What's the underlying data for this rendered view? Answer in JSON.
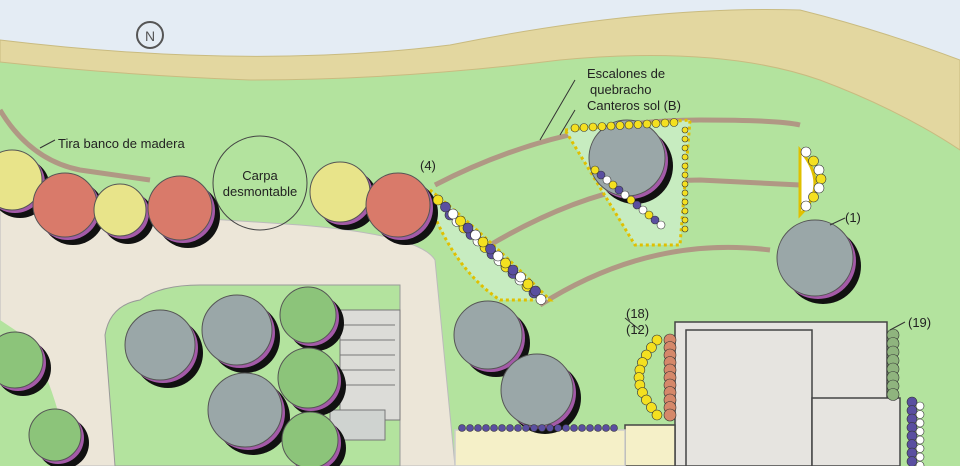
{
  "labels": {
    "bench": "Tira banco de madera",
    "tent_line1": "Carpa",
    "tent_line2": "desmontable",
    "steps_line1": "Escalones de",
    "steps_line2": "quebracho",
    "beds": "Canteros sol (B)",
    "ref4": "(4)",
    "ref1": "(1)",
    "ref18": "(18)",
    "ref12": "(12)",
    "ref19": "(19)"
  },
  "compass": {
    "letter": "N"
  },
  "colors": {
    "lawn": "#b3e39e",
    "water": "#e4ecf4",
    "sand": "#e3d7a0",
    "paving": "#ece6d8",
    "building": "#e6e4e0",
    "tree_gray": "#9aa7a8",
    "tree_red": "#d97a6a",
    "tree_yellow": "#e8e48a",
    "tree_green": "#8cc47a",
    "flower_yellow": "#f4e020",
    "flower_purple": "#5a4fa0",
    "path_brown": "#b09884"
  }
}
